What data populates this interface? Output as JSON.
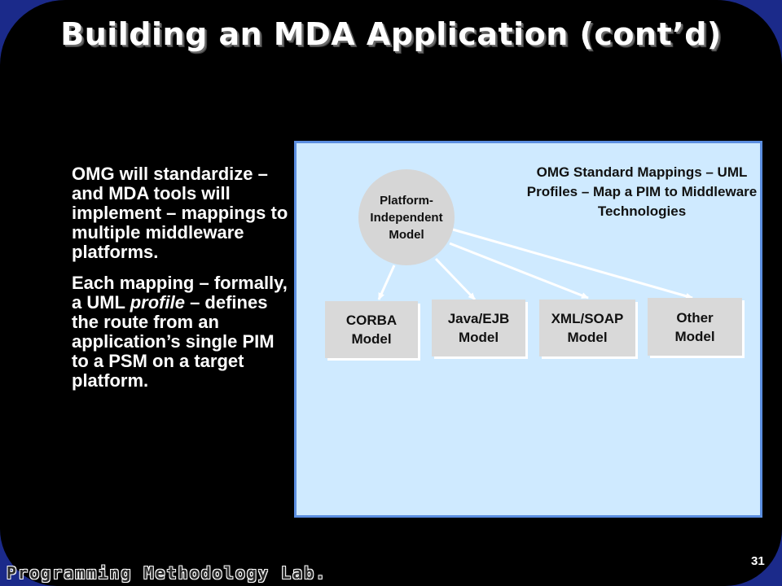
{
  "slide": {
    "title": "Building an MDA Application (cont’d)",
    "page_number": "31",
    "footer_logo": "Programming Methodology Lab."
  },
  "bullets": {
    "b1": "OMG will standardize – and MDA tools will implement – mappings to multiple middleware platforms.",
    "b2_pre": "Each mapping – formally, a UML ",
    "b2_em": "profile",
    "b2_post": " – defines the route from an application’s single PIM to a PSM on a target platform."
  },
  "diagram": {
    "pim_label": "Platform-\nIndependent\nModel",
    "note": "OMG Standard Mappings – UML Profiles – Map a PIM to Middleware Technologies",
    "models": {
      "corba": "CORBA\nModel",
      "java": "Java/EJB\nModel",
      "xml": "XML/SOAP\nModel",
      "other": "Other\nModel"
    }
  },
  "colors": {
    "slide_bg": "#000000",
    "frame": "#1b2a8a",
    "panel_bg": "#cfeaff",
    "panel_border": "#5b8ee0",
    "node_fill": "#d9d9d9",
    "arrow": "#ffffff"
  }
}
